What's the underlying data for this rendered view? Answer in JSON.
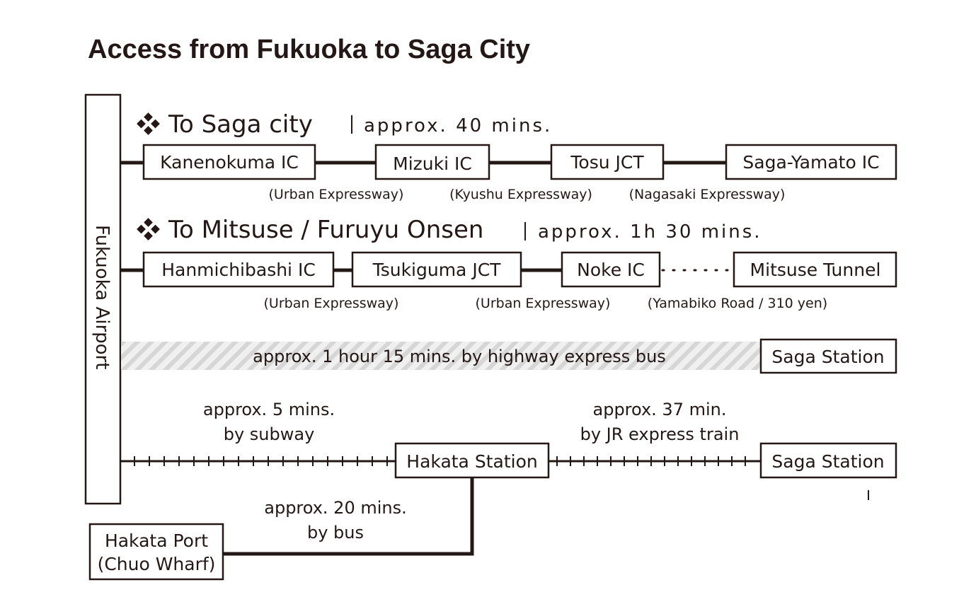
{
  "title": "Access from Fukuoka to Saga City",
  "airport_label": "Fukuoka Airport",
  "route_saga": {
    "heading": "To Saga city",
    "duration": "approx. 40 mins.",
    "stops": [
      "Kanenokuma IC",
      "Mizuki IC",
      "Tosu JCT",
      "Saga-Yamato IC"
    ],
    "roads": [
      "(Urban Expressway)",
      "(Kyushu Expressway)",
      "(Nagasaki Expressway)"
    ]
  },
  "route_mitsuse": {
    "heading": "To Mitsuse / Furuyu Onsen",
    "duration": "approx. 1h 30 mins.",
    "stops": [
      "Hanmichibashi IC",
      "Tsukiguma JCT",
      "Noke IC",
      "Mitsuse Tunnel"
    ],
    "roads": [
      "(Urban Expressway)",
      "(Urban Expressway)",
      "(Yamabiko Road / 310 yen)"
    ]
  },
  "bus_route": {
    "note": "approx. 1 hour 15 mins. by highway express bus",
    "destination": "Saga Station"
  },
  "rail_route": {
    "subway_note": [
      "approx. 5 mins.",
      "by subway"
    ],
    "hub": "Hakata Station",
    "jr_note": [
      "approx. 37 min.",
      "by JR express train"
    ],
    "destination": "Saga Station"
  },
  "port_route": {
    "bus_note": [
      "approx. 20 mins.",
      "by bus"
    ],
    "port": [
      "Hakata Port",
      "(Chuo Wharf)"
    ]
  },
  "colors": {
    "ink": "#231815",
    "hatch": "#d9d9d9",
    "background": "#ffffff"
  },
  "icons": [
    "four-diamond-icon"
  ]
}
